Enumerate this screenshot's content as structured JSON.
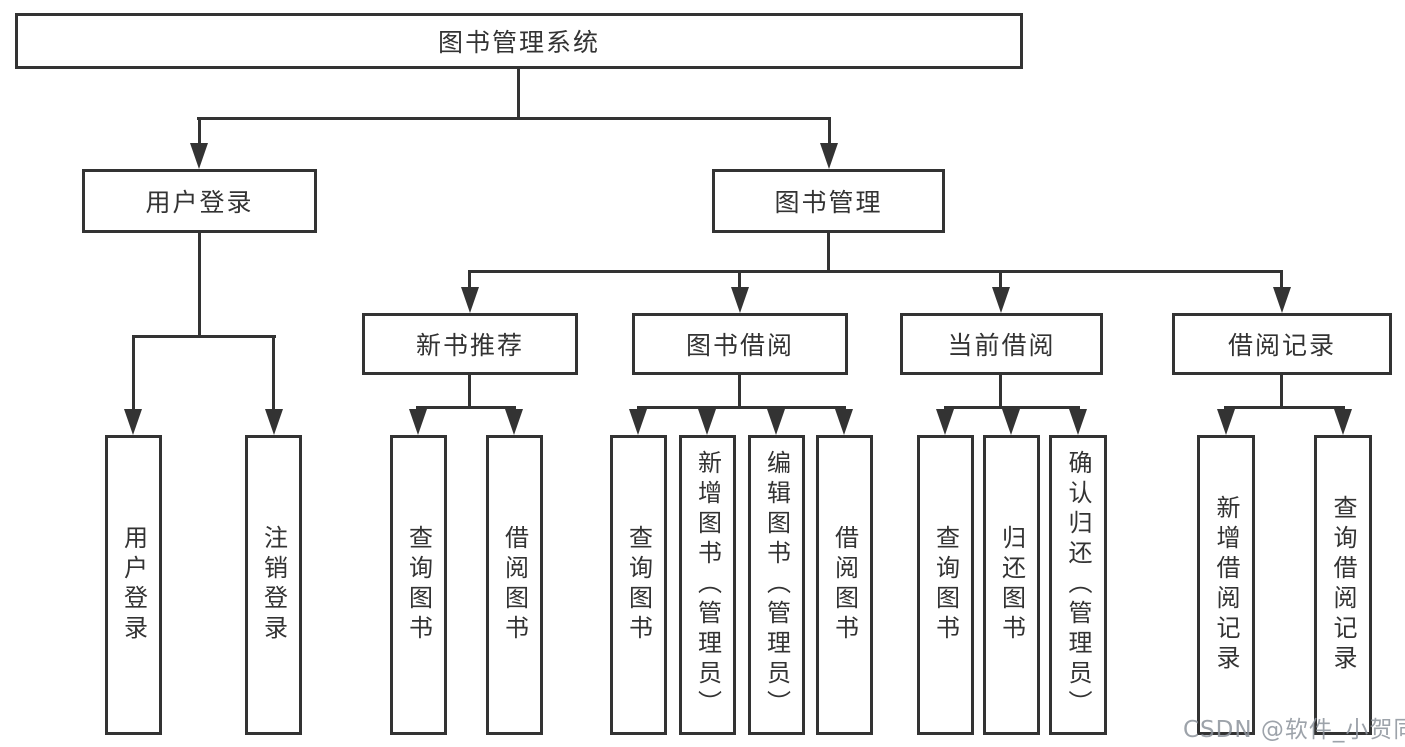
{
  "diagram": {
    "root": {
      "label": "图书管理系统"
    },
    "children": [
      {
        "label": "用户登录",
        "children": [
          {
            "label": "用户登录"
          },
          {
            "label": "注销登录"
          }
        ]
      },
      {
        "label": "图书管理",
        "children": [
          {
            "label": "新书推荐",
            "children": [
              {
                "label": "查询图书"
              },
              {
                "label": "借阅图书"
              }
            ]
          },
          {
            "label": "图书借阅",
            "children": [
              {
                "label": "查询图书"
              },
              {
                "label": "新增图书（管理员）"
              },
              {
                "label": "编辑图书（管理员）"
              },
              {
                "label": "借阅图书"
              }
            ]
          },
          {
            "label": "当前借阅",
            "children": [
              {
                "label": "查询图书"
              },
              {
                "label": "归还图书"
              },
              {
                "label": "确认归还（管理员）"
              }
            ]
          },
          {
            "label": "借阅记录",
            "children": [
              {
                "label": "新增借阅记录"
              },
              {
                "label": "查询借阅记录"
              }
            ]
          }
        ]
      }
    ]
  },
  "watermark": {
    "text": "CSDN @软件_小贺同学"
  },
  "colors": {
    "line": "#333333",
    "text": "#333333",
    "watermark": "#8d939c",
    "background": "#ffffff"
  }
}
